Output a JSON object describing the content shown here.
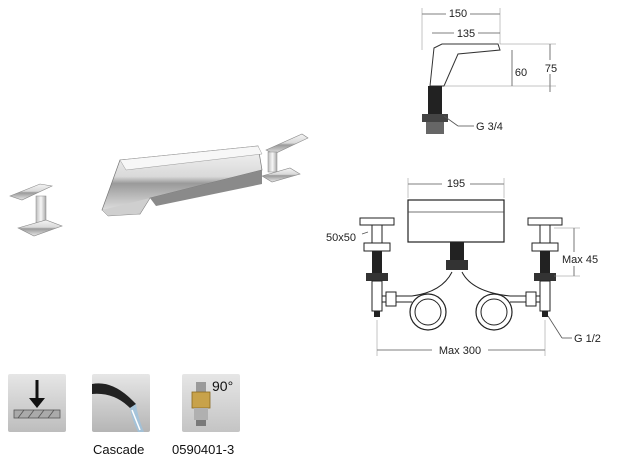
{
  "top_view": {
    "dim_total_width": "150",
    "dim_spout_width": "135",
    "dim_height_inner": "60",
    "dim_height_total": "75",
    "thread_label": "G 3/4"
  },
  "front_view": {
    "dim_body_width": "195",
    "dim_flange": "50x50",
    "dim_max_height": "Max 45",
    "dim_max_spacing": "Max 300",
    "thread_label": "G 1/2"
  },
  "icons": {
    "mount_icon_name": "deck-mount-icon",
    "cascade_icon_name": "cascade-spout-icon",
    "cartridge_icon_name": "ceramic-cartridge-icon",
    "cartridge_angle": "90°"
  },
  "captions": {
    "cascade": "Cascade",
    "product_code": "0590401-3"
  }
}
